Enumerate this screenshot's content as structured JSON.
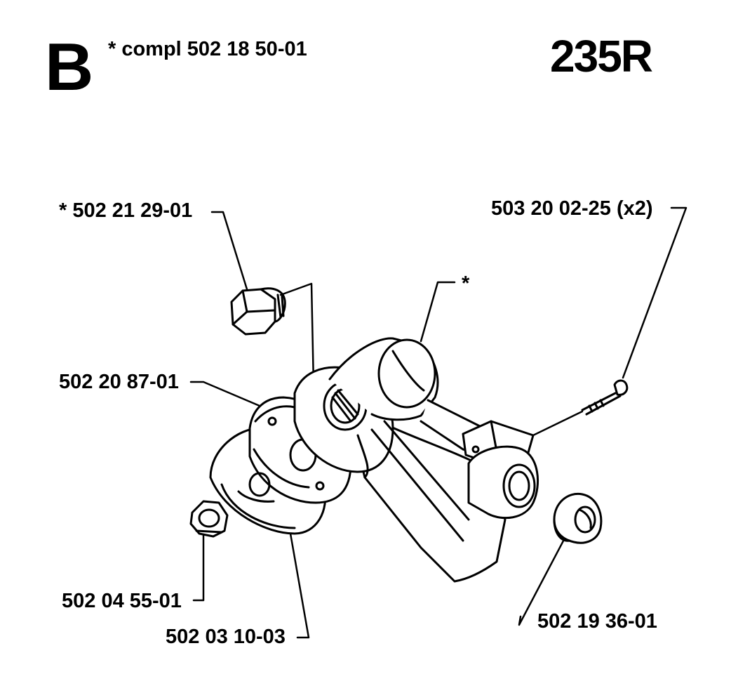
{
  "header": {
    "section_letter": "B",
    "kit_note": "*  compl 502 18 50-01",
    "model": "235R"
  },
  "parts": {
    "bolt_plug": "*  502 21 29-01",
    "screw": "503 20 02-25 (x2)",
    "housing_asterisk": "*",
    "bearing_flange": "502 20 87-01",
    "nut": "502 04 55-01",
    "thrust_washer": "502 03 10-03",
    "cap": "502 19 36-01"
  },
  "colors": {
    "ink": "#000000",
    "paper": "#ffffff"
  }
}
